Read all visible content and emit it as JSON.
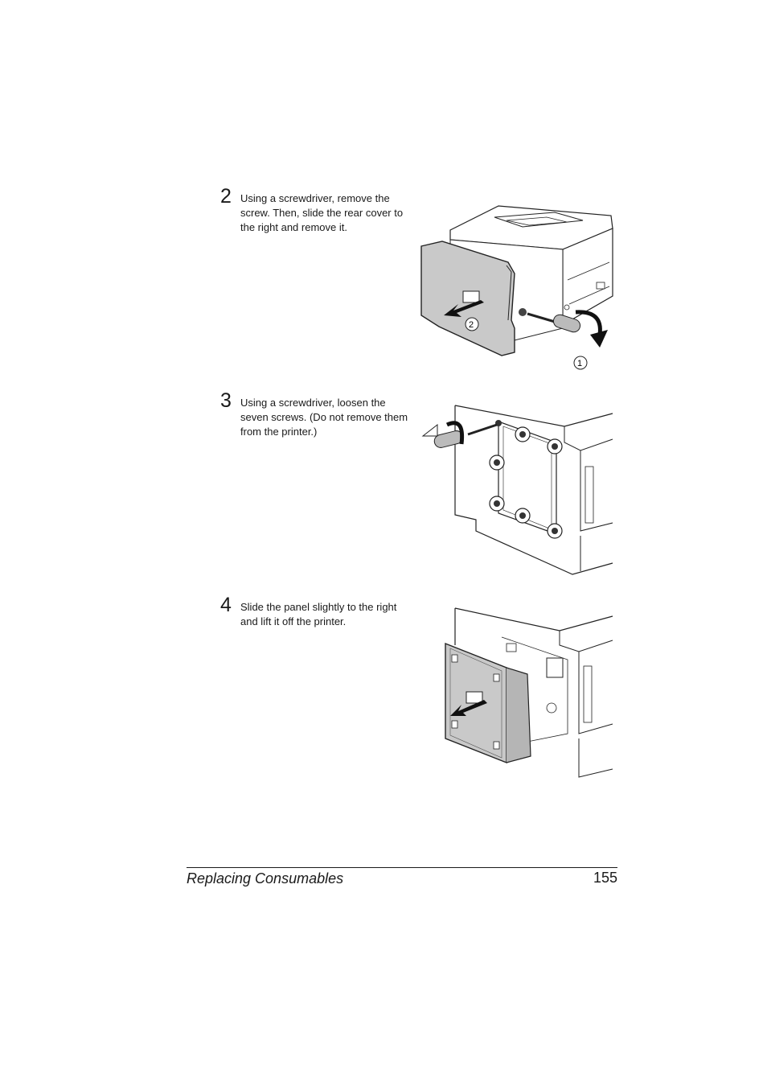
{
  "steps": [
    {
      "number": "2",
      "text": "Using a screwdriver, remove the screw. Then, slide the rear cover to the right and remove it."
    },
    {
      "number": "3",
      "text": "Using a screwdriver, loosen the seven screws. (Do not remove them from the printer.)"
    },
    {
      "number": "4",
      "text": "Slide the panel slightly to the right and lift it off the printer."
    }
  ],
  "illustration_1": {
    "callout_1": "1",
    "callout_2": "2"
  },
  "footer": {
    "title": "Replacing Consumables",
    "page": "155"
  }
}
